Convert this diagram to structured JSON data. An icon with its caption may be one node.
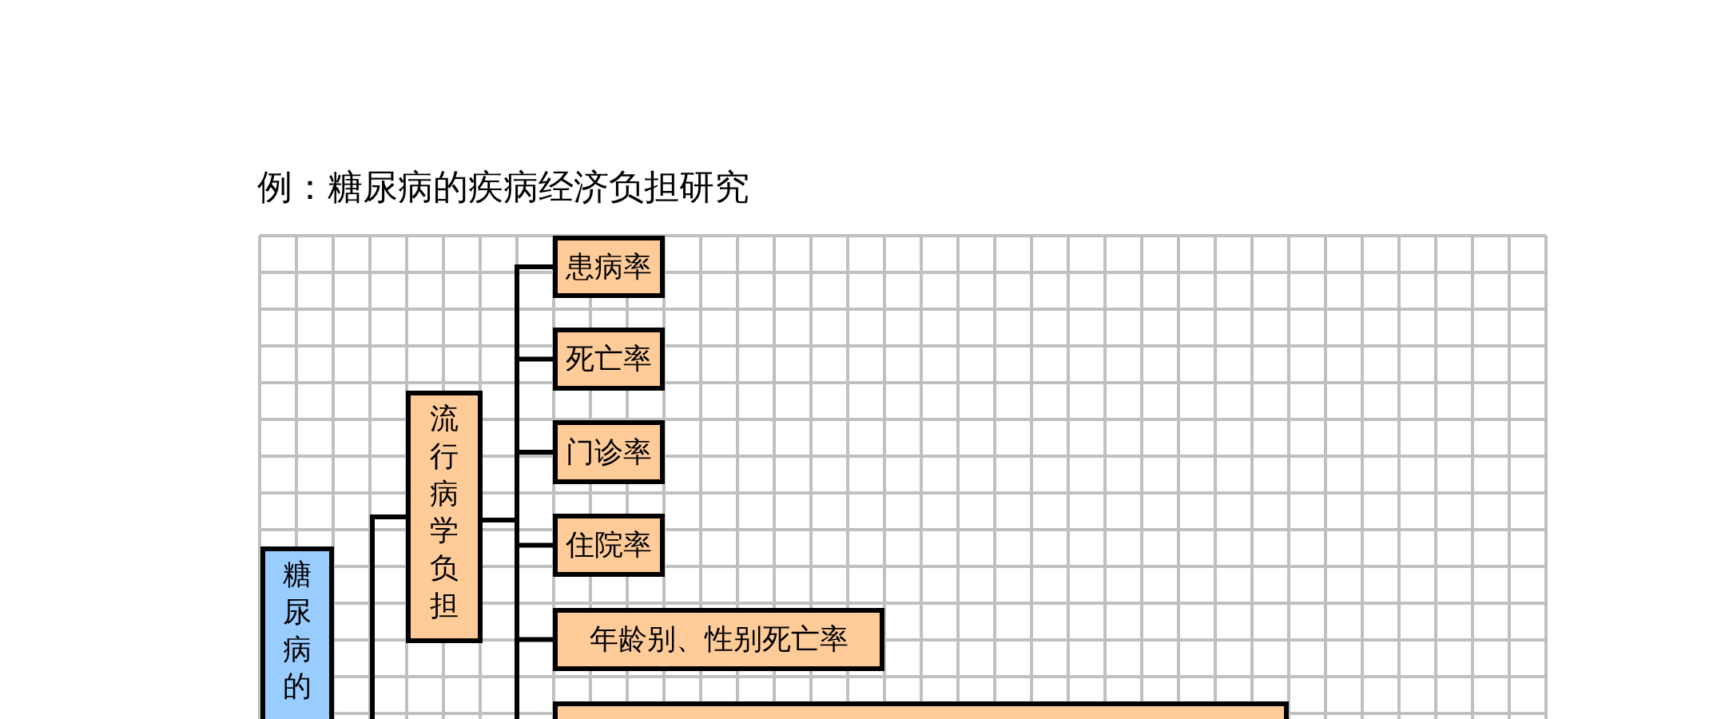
{
  "diagram": {
    "title": "例：糖尿病的疾病经济负担研究",
    "nodes": [
      {
        "text": [
          "糖尿病的"
        ]
      },
      {
        "text": [
          "流行病学负担"
        ]
      },
      {
        "text": [
          "患病率"
        ]
      },
      {
        "text": [
          "死亡率"
        ]
      },
      {
        "text": [
          "门诊率"
        ]
      },
      {
        "text": [
          "住院率"
        ]
      },
      {
        "text": [
          "年龄别、性别死亡率"
        ]
      },
      {
        "text": [],
        "shape": "box"
      }
    ],
    "edges": [
      {
        "from": 0,
        "to": 1,
        "arrow": "none"
      },
      {
        "from": 1,
        "to": 2,
        "arrow": "none"
      },
      {
        "from": 1,
        "to": 3,
        "arrow": "none"
      },
      {
        "from": 1,
        "to": 4,
        "arrow": "none"
      },
      {
        "from": 1,
        "to": 5,
        "arrow": "none"
      },
      {
        "from": 1,
        "to": 6,
        "arrow": "none"
      },
      {
        "from": 1,
        "to": 7,
        "arrow": "none"
      }
    ]
  }
}
